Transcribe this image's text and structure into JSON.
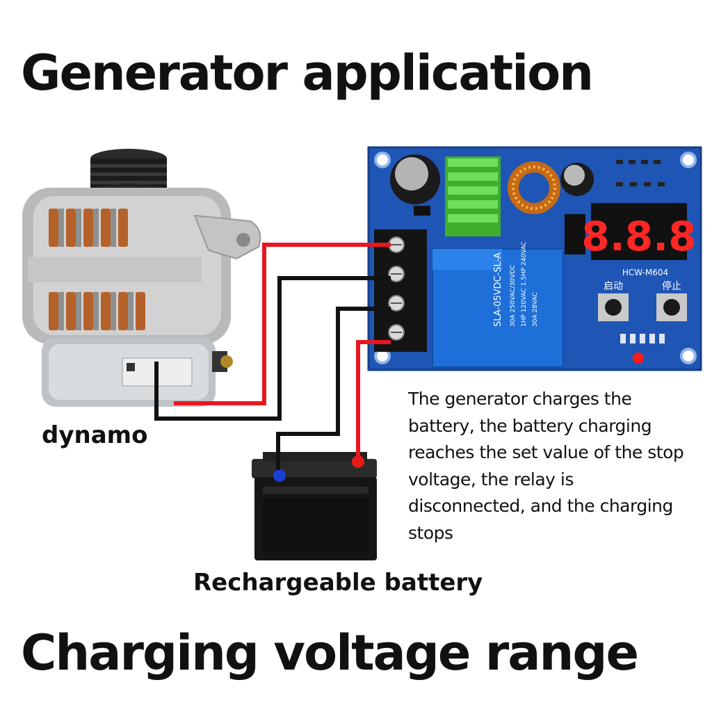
{
  "title": "Generator application",
  "bottom_title": "Charging voltage range",
  "labels": {
    "dynamo": "dynamo",
    "battery": "Rechargeable battery"
  },
  "description": [
    "The generator charges the",
    "battery, the battery charging",
    "reaches the set value of the stop",
    "voltage, the relay is",
    "disconnected, and the charging",
    "stops"
  ],
  "board": {
    "model": "HCW-M604",
    "display_value": "8.8.8",
    "start_label": "启动",
    "stop_label": "停止",
    "relay_model": "SLA-05VDC-SL-A",
    "relay_rating_1": "30A 250VAC/30VDC",
    "relay_rating_2": "1HP 120VAC 1.5HP 240VAC",
    "relay_rating_3": "30A 28VAC"
  },
  "colors": {
    "board": "#1f55b4",
    "display": "#ff2626",
    "relay": "#1e6fd8",
    "wire_red": "#e8171f",
    "wire_black": "#111111",
    "heatsink": "#4cc637"
  }
}
